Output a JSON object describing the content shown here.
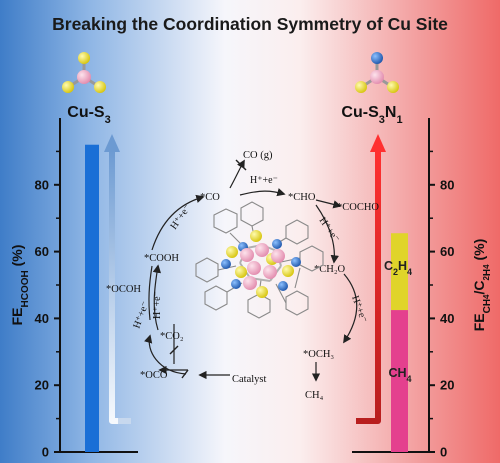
{
  "title": "Breaking the Coordination Symmetry of Cu Site",
  "left_catalyst": {
    "base": "Cu-S",
    "sub": "3"
  },
  "right_catalyst": {
    "base": "Cu-S",
    "sub1": "3",
    "mid": "N",
    "sub2": "1"
  },
  "left_axis": {
    "base": "FE",
    "sub": "HCOOH",
    "unit": " (%)"
  },
  "right_axis": {
    "base": "FE",
    "sub1": "CH",
    "sub2": "4",
    "mid": "/C",
    "sub3": "2",
    "sub4": "H",
    "sub5": "4",
    "unit": " (%)"
  },
  "ticks": [
    "0",
    "20",
    "40",
    "60",
    "80"
  ],
  "bar_labels": {
    "c2h4": {
      "base": "C",
      "sub1": "2",
      "mid": "H",
      "sub2": "4"
    },
    "ch4": {
      "base": "CH",
      "sub": "4"
    }
  },
  "pathway": {
    "co_gas": "CO (g)",
    "hplus_e_top": "H⁺+e⁻",
    "co": "*CO",
    "cho": "*CHO",
    "cocho": "*COCHO",
    "hplus_e_left": "H⁺+e⁻",
    "hplus_e_right": "H⁺+e⁻",
    "cooh": "*COOH",
    "ch2o": "*CH₂O",
    "ocoh": "*OCOH",
    "hplus_e_mid1": "H⁺+e⁻",
    "hplus_e_mid2": "H⁺+e⁻",
    "hplus_e_lower_right": "H⁺+e⁻",
    "co2": "*CO₂",
    "och3": "*OCH₃",
    "oco": "*OCO",
    "catalyst": "Catalyst",
    "ch4": "CH₄"
  },
  "chart_data": {
    "type": "bar",
    "categories": [
      "Cu-S3",
      "Cu-S3N1"
    ],
    "ylim": [
      0,
      100
    ],
    "left_axis_label": "FE HCOOH (%)",
    "right_axis_label": "FE CH4/C2H4 (%)",
    "series": [
      {
        "name": "HCOOH",
        "values": [
          92,
          0
        ]
      },
      {
        "name": "CH4",
        "values": [
          0,
          42.5
        ]
      },
      {
        "name": "C2H4",
        "values": [
          0,
          23
        ]
      }
    ],
    "colors": {
      "hcooh": "#1a6fd6",
      "ch4": "#e4408e",
      "c2h4": "#e0d42a",
      "left_bg": "#3f7dc8",
      "right_bg": "#ef6a68",
      "arrow_left": "#7aa8da",
      "arrow_right": "#e02828"
    }
  },
  "molecule": {
    "colors": {
      "cu": "#f2a9c4",
      "s": "#f2e21e",
      "n": "#2f74cf",
      "c": "#8a8a8a"
    }
  }
}
